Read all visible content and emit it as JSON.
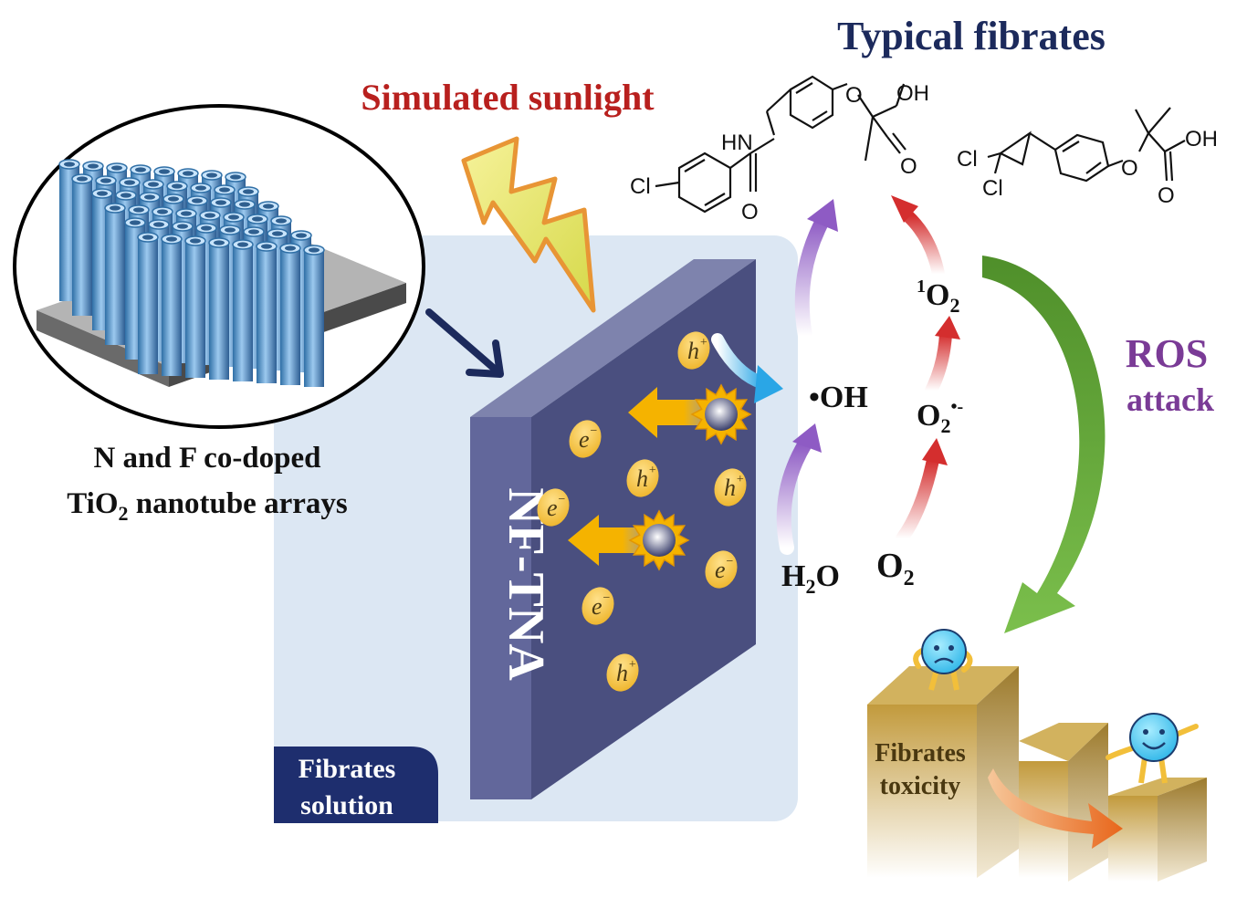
{
  "title": "Typical fibrates",
  "light_label": "Simulated sunlight",
  "material_caption": {
    "line1": "N and F co-doped",
    "line2_prefix": "TiO",
    "line2_sub": "2",
    "line2_suffix": " nanotube arrays"
  },
  "plate_label": "NF-TNA",
  "solution_label": {
    "line1": "Fibrates",
    "line2": "solution"
  },
  "carriers": {
    "electron": "e",
    "electron_sup": "−",
    "hole": "h",
    "hole_sup": "+"
  },
  "species": {
    "hydroxyl": "•OH",
    "water_h": "H",
    "water_sub": "2",
    "water_o": "O",
    "oxygen": "O",
    "oxygen_sub": "2",
    "superoxide": "O",
    "superoxide_sub": "2",
    "superoxide_sup": "•-",
    "singlet_sup": "1",
    "singlet": "O",
    "singlet_sub": "2"
  },
  "ros_label": {
    "line1": "ROS",
    "line2": "attack"
  },
  "toxicity_label": {
    "line1": "Fibrates",
    "line2": "toxicity"
  },
  "molecule_labels": {
    "cl1": "Cl",
    "hn": "HN",
    "o_carbonyl1": "O",
    "o_ether1": "O",
    "oh1": "OH",
    "o_acid1": "O",
    "cl2a": "Cl",
    "cl2b": "Cl",
    "o_ether2": "O",
    "oh2": "OH",
    "o_acid2": "O"
  },
  "colors": {
    "title": "#1c2a5c",
    "sunlight": "#b8201e",
    "ros": "#7a3b96",
    "plate_front": "#4a4f7f",
    "plate_side": "#62679b",
    "plate_top": "#7e83ad",
    "solution_bg": "#dce7f3",
    "solution_label_bg": "#1e2e6e",
    "green_arrow": "#5f9e36",
    "purple_arrow": "#8e5bc4",
    "red_arrow": "#d42e2e",
    "carrier": "#f2bf3a",
    "step_gold": "#c8a24a"
  }
}
